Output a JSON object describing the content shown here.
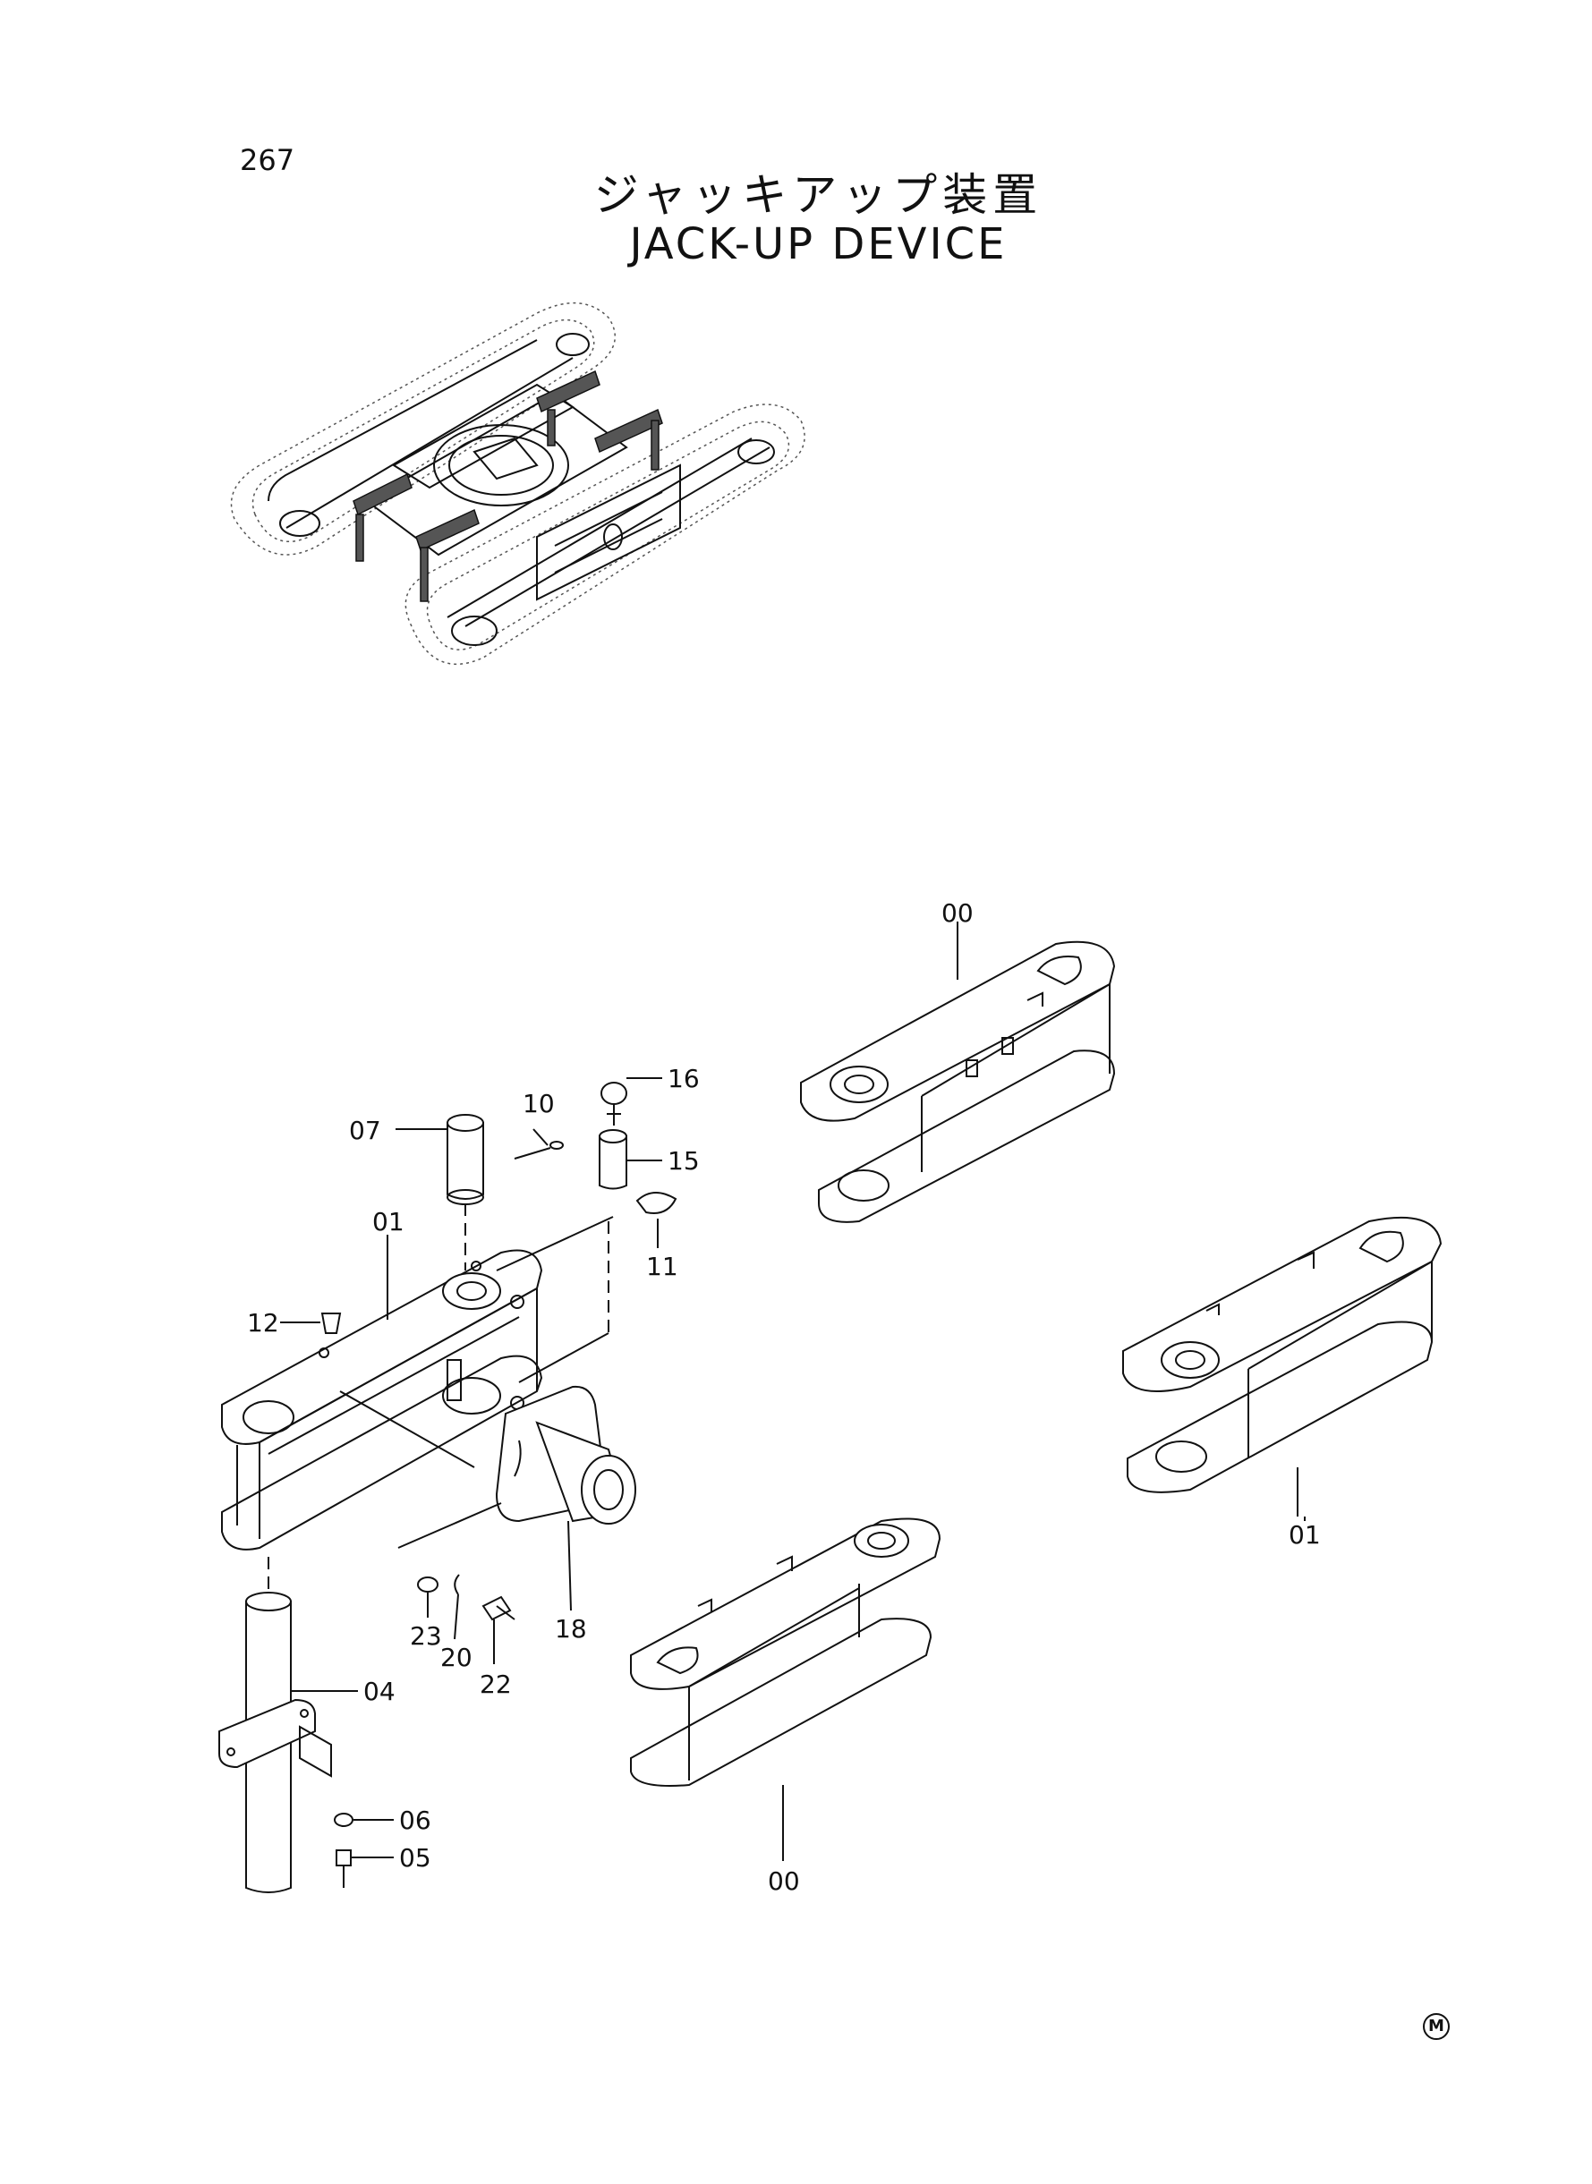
{
  "page_number": "267",
  "title_ja": "ジャッキアップ装置",
  "title_en": "JACK-UP DEVICE",
  "mark": "M",
  "callouts": {
    "c00_top": "00",
    "c00_bottom": "00",
    "c01_left": "01",
    "c01_right": "01",
    "c04": "04",
    "c05": "05",
    "c06": "06",
    "c07": "07",
    "c10": "10",
    "c11": "11",
    "c12": "12",
    "c15": "15",
    "c16": "16",
    "c18": "18",
    "c20": "20",
    "c22": "22",
    "c23": "23"
  }
}
